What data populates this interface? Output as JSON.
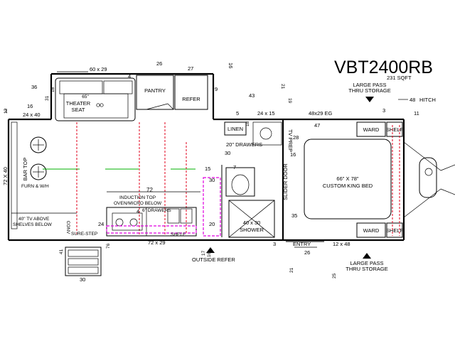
{
  "model": "VBT2400RB",
  "sqft": "231 SQFT",
  "rooms": {
    "pantry": "PANTRY",
    "refer": "REFER",
    "linen": "LINEN",
    "drawers": "20\" DRAWERS",
    "tv_prep": "TV PREP",
    "ward": "WARD",
    "shelf": "SHELF",
    "bed": "66\" X 78\"",
    "bed2": "CUSTOM KING BED",
    "slider_door": "SLIDER DOOR",
    "shower_size": "40 x 30",
    "shower": "SHOWER",
    "theater_65": "65\"",
    "theater": "THEATER",
    "seat": "SEAT",
    "bar_top": "BAR TOP",
    "furn": "FURN & W/H",
    "tv_above": "40\" TV ABOVE",
    "shelves_below": "SHELVES BELOW",
    "conv": "CONV",
    "sure_step": "SURE-STEP",
    "induction": "INDUCTION TOP",
    "oven": "OVEN/MICRO BELOW",
    "drawers6": "6\" DRAWERS",
    "shelf_lower": "SHELF",
    "outside_refer": "OUTSIDE REFER",
    "entry": "ENTRY",
    "hitch": "HITCH"
  },
  "storage": {
    "top_line1": "LARGE PASS",
    "top_line2": "THRU STORAGE",
    "bottom_line1": "LARGE PASS",
    "bottom_line2": "THRU STORAGE"
  },
  "dims": {
    "d60x29": "60 x 29",
    "d26": "26",
    "d27": "27",
    "d16a": "16",
    "d36": "36",
    "d18": "18",
    "d31": "31",
    "d16b": "16",
    "d24x40": "24 x 40",
    "d12": "12",
    "d9": "9",
    "d43": "43",
    "d21": "21",
    "d19": "19",
    "d5": "5",
    "d24x15": "24 x 15",
    "d48x29": "48x29 EG",
    "d47": "47",
    "d18b": "18",
    "d30": "30",
    "d16c": "16",
    "d28": "28",
    "d3": "3",
    "d11": "11",
    "d48": "48",
    "d72x40": "72 X 40",
    "d72": "72",
    "d15": "15",
    "d7": "7",
    "d30b": "30",
    "d20": "20",
    "d24": "24",
    "d35": "35",
    "d72x29": "72 x 29",
    "d76": "76",
    "d41": "41",
    "d30c": "30",
    "d26b": "26",
    "d17": "17",
    "d16d": "16",
    "d21b": "21",
    "d12x48": "12 x 48",
    "d25": "25",
    "d4a": "4",
    "d4b": "4",
    "d1": "1",
    "d3b": "3"
  }
}
